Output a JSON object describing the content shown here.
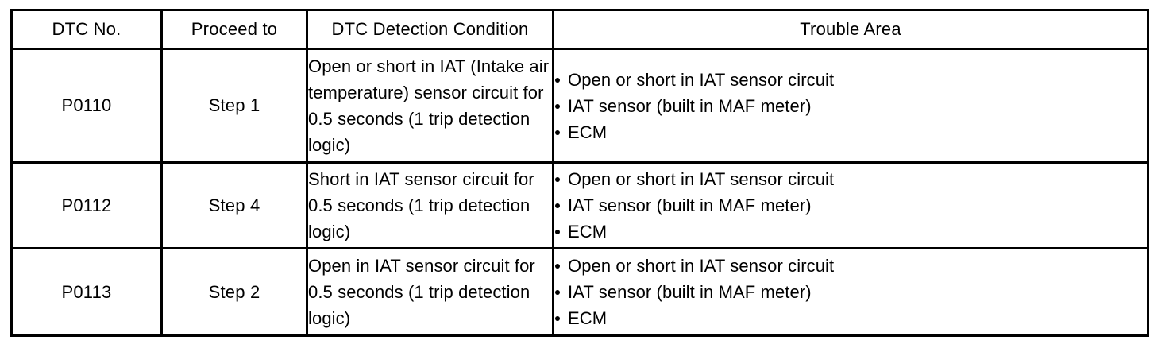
{
  "table": {
    "columns": [
      {
        "key": "dtc_no",
        "label": "DTC No."
      },
      {
        "key": "proceed",
        "label": "Proceed to"
      },
      {
        "key": "condition",
        "label": "DTC Detection Condition"
      },
      {
        "key": "trouble",
        "label": "Trouble Area"
      }
    ],
    "rows": [
      {
        "dtc_no": "P0110",
        "proceed": "Step 1",
        "condition": "Open or short in IAT (Intake air temperature) sensor circuit for 0.5 seconds (1 trip detection logic)",
        "trouble": [
          "Open or short in IAT sensor circuit",
          "IAT sensor (built in MAF meter)",
          "ECM"
        ]
      },
      {
        "dtc_no": "P0112",
        "proceed": "Step 4",
        "condition": "Short in IAT sensor circuit for 0.5 seconds (1 trip detection logic)",
        "trouble": [
          "Open or short in IAT sensor circuit",
          "IAT sensor (built in MAF meter)",
          "ECM"
        ]
      },
      {
        "dtc_no": "P0113",
        "proceed": "Step 2",
        "condition": "Open in IAT sensor circuit for 0.5 seconds (1 trip detection logic)",
        "trouble": [
          "Open or short in IAT sensor circuit",
          "IAT sensor (built in MAF meter)",
          "ECM"
        ]
      }
    ]
  },
  "colors": {
    "border": "#000000",
    "text": "#000000",
    "background": "#ffffff"
  }
}
